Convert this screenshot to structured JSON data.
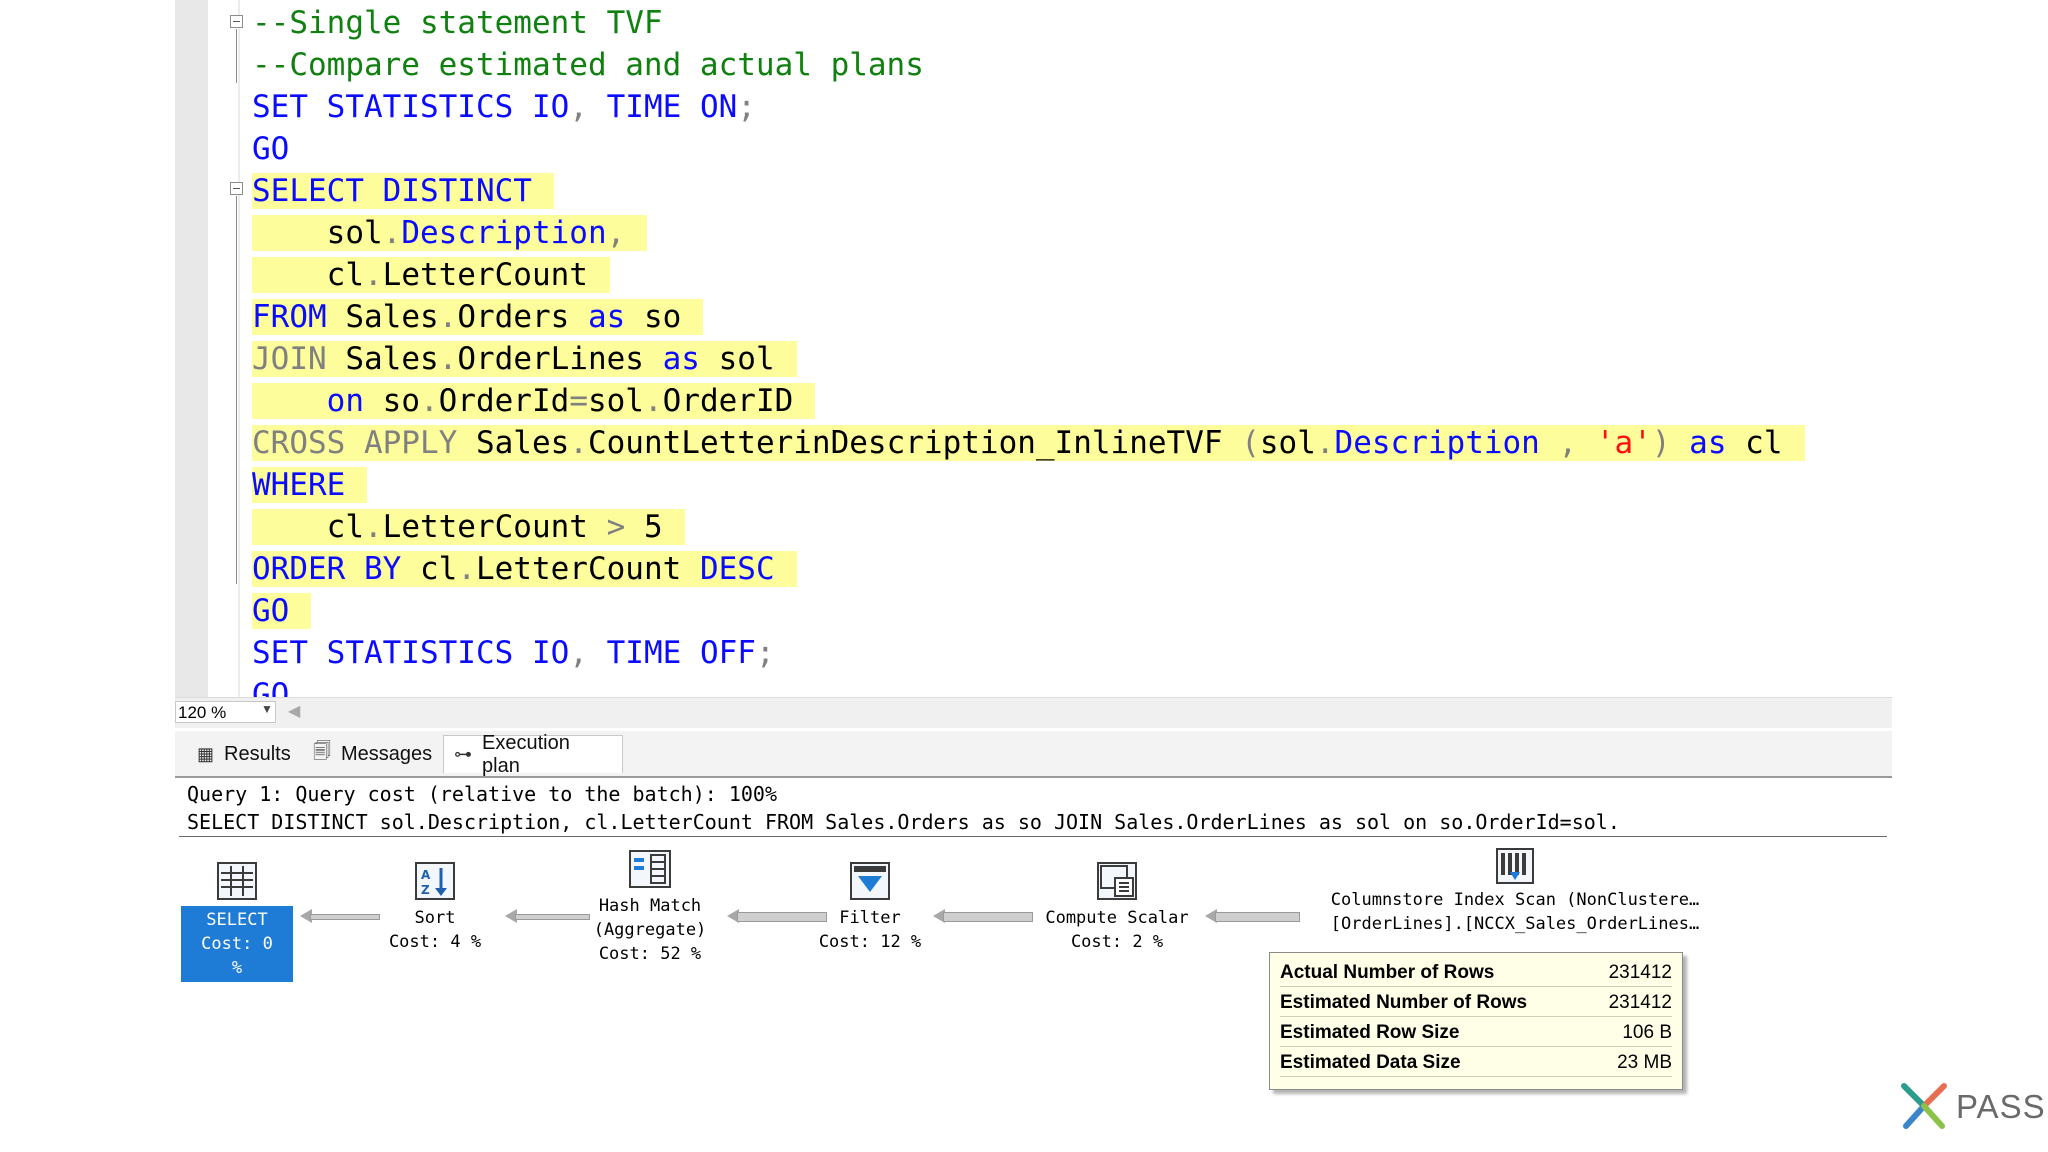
{
  "editor": {
    "lines": [
      {
        "segments": [
          {
            "t": "--Single statement TVF",
            "c": "cm"
          }
        ]
      },
      {
        "segments": [
          {
            "t": "--Compare estimated and actual plans",
            "c": "cm"
          }
        ]
      },
      {
        "segments": [
          {
            "t": "SET ",
            "c": "kw"
          },
          {
            "t": "STATISTICS ",
            "c": "kw"
          },
          {
            "t": "IO",
            "c": "kw"
          },
          {
            "t": ", ",
            "c": "gr"
          },
          {
            "t": "TIME ",
            "c": "kw"
          },
          {
            "t": "ON",
            "c": "kw"
          },
          {
            "t": ";",
            "c": "gr"
          }
        ]
      },
      {
        "segments": [
          {
            "t": "GO",
            "c": "kw"
          }
        ]
      },
      {
        "segments": [
          {
            "t": "SELECT DISTINCT",
            "c": "kw"
          }
        ]
      },
      {
        "segments": [
          {
            "t": "    sol",
            "c": ""
          },
          {
            "t": ".",
            "c": "gr"
          },
          {
            "t": "Description",
            "c": "fn"
          },
          {
            "t": ",",
            "c": "gr"
          }
        ]
      },
      {
        "segments": [
          {
            "t": "    cl",
            "c": ""
          },
          {
            "t": ".",
            "c": "gr"
          },
          {
            "t": "LetterCount",
            "c": ""
          }
        ]
      },
      {
        "segments": [
          {
            "t": "FROM ",
            "c": "kw"
          },
          {
            "t": "Sales",
            "c": ""
          },
          {
            "t": ".",
            "c": "gr"
          },
          {
            "t": "Orders ",
            "c": ""
          },
          {
            "t": "as ",
            "c": "kw"
          },
          {
            "t": "so",
            "c": ""
          }
        ]
      },
      {
        "segments": [
          {
            "t": "JOIN ",
            "c": "gr"
          },
          {
            "t": "Sales",
            "c": ""
          },
          {
            "t": ".",
            "c": "gr"
          },
          {
            "t": "OrderLines ",
            "c": ""
          },
          {
            "t": "as ",
            "c": "kw"
          },
          {
            "t": "sol",
            "c": ""
          }
        ]
      },
      {
        "segments": [
          {
            "t": "    on ",
            "c": "kw"
          },
          {
            "t": "so",
            "c": ""
          },
          {
            "t": ".",
            "c": "gr"
          },
          {
            "t": "OrderId",
            "c": ""
          },
          {
            "t": "=",
            "c": "gr"
          },
          {
            "t": "sol",
            "c": ""
          },
          {
            "t": ".",
            "c": "gr"
          },
          {
            "t": "OrderID",
            "c": ""
          }
        ]
      },
      {
        "segments": [
          {
            "t": "CROSS APPLY ",
            "c": "gr"
          },
          {
            "t": "Sales",
            "c": ""
          },
          {
            "t": ".",
            "c": "gr"
          },
          {
            "t": "CountLetterinDescription_InlineTVF ",
            "c": ""
          },
          {
            "t": "(",
            "c": "gr"
          },
          {
            "t": "sol",
            "c": ""
          },
          {
            "t": ".",
            "c": "gr"
          },
          {
            "t": "Description ",
            "c": "fn"
          },
          {
            "t": ", ",
            "c": "gr"
          },
          {
            "t": "'a'",
            "c": "st"
          },
          {
            "t": ") ",
            "c": "gr"
          },
          {
            "t": "as ",
            "c": "kw"
          },
          {
            "t": "cl",
            "c": ""
          }
        ]
      },
      {
        "segments": [
          {
            "t": "WHERE",
            "c": "kw"
          }
        ]
      },
      {
        "segments": [
          {
            "t": "    cl",
            "c": ""
          },
          {
            "t": ".",
            "c": "gr"
          },
          {
            "t": "LetterCount ",
            "c": ""
          },
          {
            "t": "> ",
            "c": "gr"
          },
          {
            "t": "5",
            "c": ""
          }
        ]
      },
      {
        "segments": [
          {
            "t": "ORDER BY ",
            "c": "kw"
          },
          {
            "t": "cl",
            "c": ""
          },
          {
            "t": ".",
            "c": "gr"
          },
          {
            "t": "LetterCount ",
            "c": ""
          },
          {
            "t": "DESC",
            "c": "kw"
          }
        ]
      },
      {
        "segments": [
          {
            "t": "GO",
            "c": "kw"
          }
        ]
      },
      {
        "segments": [
          {
            "t": "SET ",
            "c": "kw"
          },
          {
            "t": "STATISTICS ",
            "c": "kw"
          },
          {
            "t": "IO",
            "c": "kw"
          },
          {
            "t": ", ",
            "c": "gr"
          },
          {
            "t": "TIME ",
            "c": "kw"
          },
          {
            "t": "OFF",
            "c": "kw"
          },
          {
            "t": ";",
            "c": "gr"
          }
        ]
      },
      {
        "segments": [
          {
            "t": "GO",
            "c": "kw"
          }
        ]
      }
    ],
    "highlighted_lines": [
      4,
      5,
      6,
      7,
      8,
      9,
      10,
      11,
      12,
      13,
      14
    ]
  },
  "zoom": {
    "value": "120 %"
  },
  "tabs": [
    {
      "label": "Results",
      "icon": "grid-icon"
    },
    {
      "label": "Messages",
      "icon": "messages-icon"
    },
    {
      "label": "Execution plan",
      "icon": "execution-plan-icon"
    }
  ],
  "plan": {
    "query_header": "Query 1: Query cost (relative to the batch): 100%",
    "query_text": "SELECT DISTINCT sol.Description, cl.LetterCount FROM Sales.Orders as so JOIN Sales.OrderLines as sol on so.OrderId=sol.",
    "operators": [
      {
        "id": "select",
        "line1": "SELECT",
        "line2": "",
        "cost": "Cost: 0 %",
        "icon": "select-icon"
      },
      {
        "id": "sort",
        "line1": "Sort",
        "line2": "",
        "cost": "Cost: 4 %",
        "icon": "sort-icon"
      },
      {
        "id": "hash",
        "line1": "Hash Match",
        "line2": "(Aggregate)",
        "cost": "Cost: 52 %",
        "icon": "hash-match-icon"
      },
      {
        "id": "filter",
        "line1": "Filter",
        "line2": "",
        "cost": "Cost: 12 %",
        "icon": "filter-icon"
      },
      {
        "id": "compute",
        "line1": "Compute Scalar",
        "line2": "",
        "cost": "Cost: 2 %",
        "icon": "compute-scalar-icon"
      },
      {
        "id": "scan",
        "line1": "Columnstore Index Scan (NonClustere…",
        "line2": "[OrderLines].[NCCX_Sales_OrderLines…",
        "cost": "",
        "icon": "columnstore-scan-icon"
      }
    ],
    "tooltip": [
      {
        "label": "Actual Number of Rows",
        "value": "231412"
      },
      {
        "label": "Estimated Number of Rows",
        "value": "231412"
      },
      {
        "label": "Estimated Row Size",
        "value": "106 B"
      },
      {
        "label": "Estimated Data Size",
        "value": "23 MB"
      }
    ]
  },
  "brand": {
    "logo_text": "PASS"
  }
}
